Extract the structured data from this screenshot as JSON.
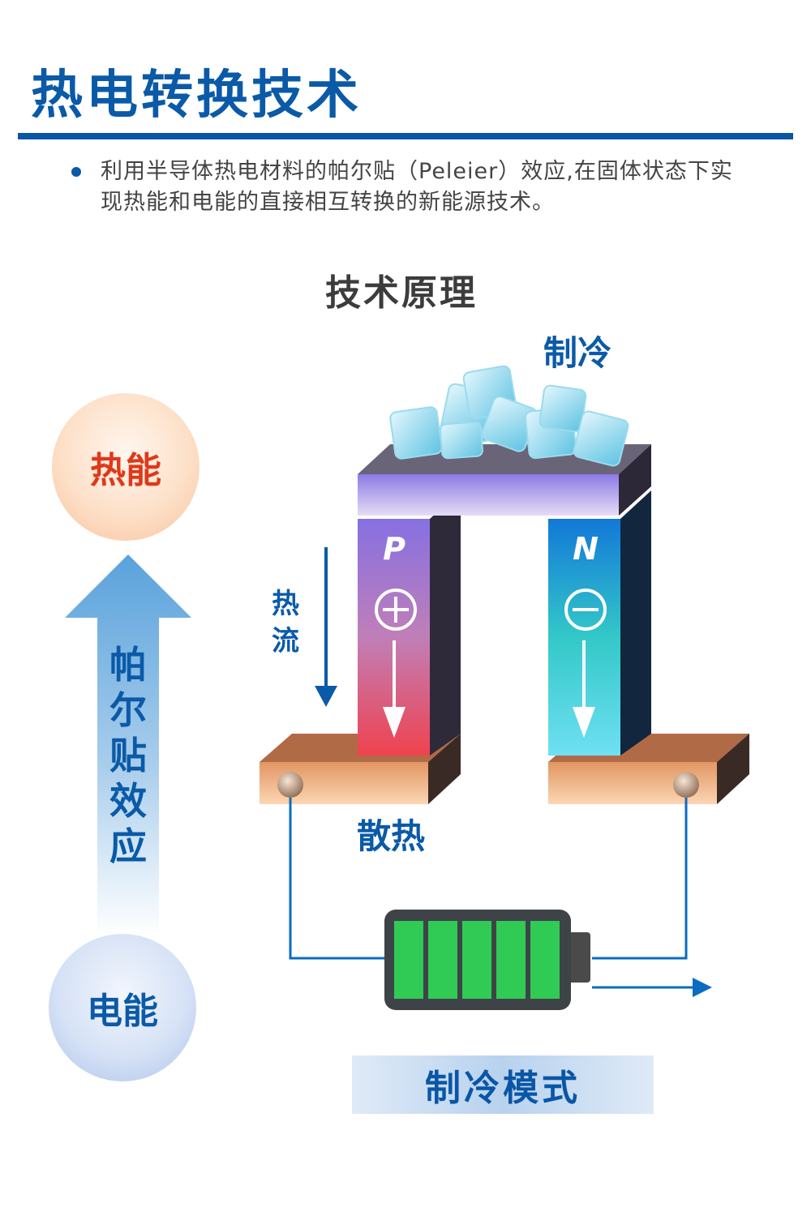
{
  "header": {
    "title": "热电转换技术",
    "intro": "利用半导体热电材料的帕尔贴（Peleier）效应,在固体状态下实现热能和电能的直接相互转换的新能源技术。"
  },
  "diagram": {
    "section_title": "技术原理",
    "cooling_label": "制冷",
    "dissipation_label": "散热",
    "heat_flow_label": "热流",
    "p_label": "P",
    "n_label": "N",
    "heat_energy": "热能",
    "electric_energy": "电能",
    "effect_label": "帕尔贴效应",
    "mode_label": "制冷模式"
  },
  "colors": {
    "brand_blue": "#0a5aa8",
    "heat_red": "#e0381a",
    "battery_green": "#2fcb55"
  }
}
